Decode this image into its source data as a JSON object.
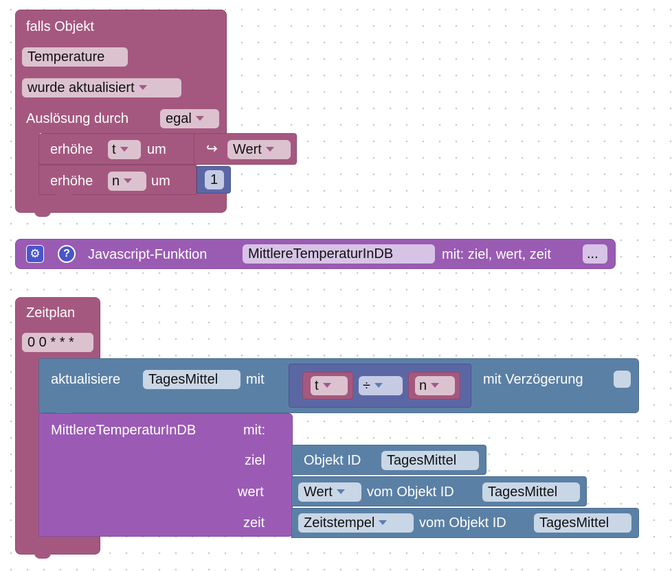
{
  "event_block": {
    "title": "falls Objekt",
    "object": "Temperature",
    "trigger_mode": "wurde aktualisiert",
    "trigger_by_label": "Auslösung durch",
    "trigger_by_value": "egal",
    "statements": [
      {
        "verb": "erhöhe",
        "var": "t",
        "by": "um",
        "value_prefix": "↪",
        "value": "Wert"
      },
      {
        "verb": "erhöhe",
        "var": "n",
        "by": "um",
        "value": "1"
      }
    ],
    "color": "#a5587f"
  },
  "func_block": {
    "gear_icon": "gear-icon",
    "help_icon": "question-icon",
    "help_glyph": "?",
    "label": "Javascript-Funktion",
    "name": "MittlereTemperaturInDB",
    "params": "mit: ziel, wert, zeit",
    "more": "...",
    "color": "#9a5bb3"
  },
  "schedule_block": {
    "title": "Zeitplan",
    "cron": "0 0 * * *",
    "update": {
      "label": "aktualisiere",
      "target": "TagesMittel",
      "with": "mit",
      "left_var": "t",
      "operator": "÷",
      "right_var": "n",
      "delay_label": "mit Verzögerung"
    },
    "call": {
      "name": "MittlereTemperaturInDB",
      "with": "mit:",
      "args": [
        {
          "name": "ziel",
          "prefix": "Objekt ID",
          "object": "TagesMittel"
        },
        {
          "name": "wert",
          "select": "Wert",
          "middle": "vom Objekt ID",
          "object": "TagesMittel"
        },
        {
          "name": "zeit",
          "select": "Zeitstempel",
          "middle": "vom Objekt ID",
          "object": "TagesMittel"
        }
      ]
    },
    "color": "#a5587f",
    "blue": "#5b80a5",
    "purple": "#9b5bb5"
  }
}
